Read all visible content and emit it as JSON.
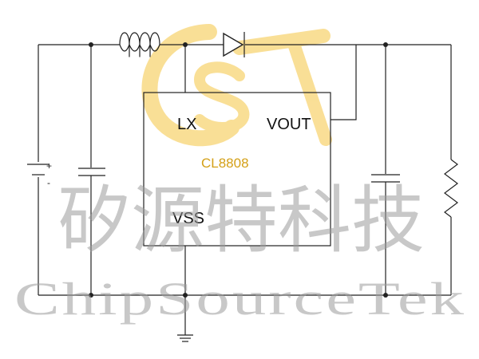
{
  "ic": {
    "pin_lx": "LX",
    "pin_vout": "VOUT",
    "pin_vss": "VSS",
    "part_number": "CL8808"
  },
  "battery": {
    "plus_sign": "+",
    "minus_sign": "-"
  },
  "watermark": {
    "chinese": "矽源特科技",
    "english": "ChipSourceTek"
  },
  "colors": {
    "wire": "#222222",
    "logo": "#f5c542",
    "watermark": "#9a9a9a",
    "part_label": "#d4a017"
  },
  "icons": {
    "logo": "cst-logo-icon",
    "ground": "ground-icon",
    "inductor": "inductor-icon",
    "diode": "diode-icon",
    "resistor": "resistor-icon"
  }
}
